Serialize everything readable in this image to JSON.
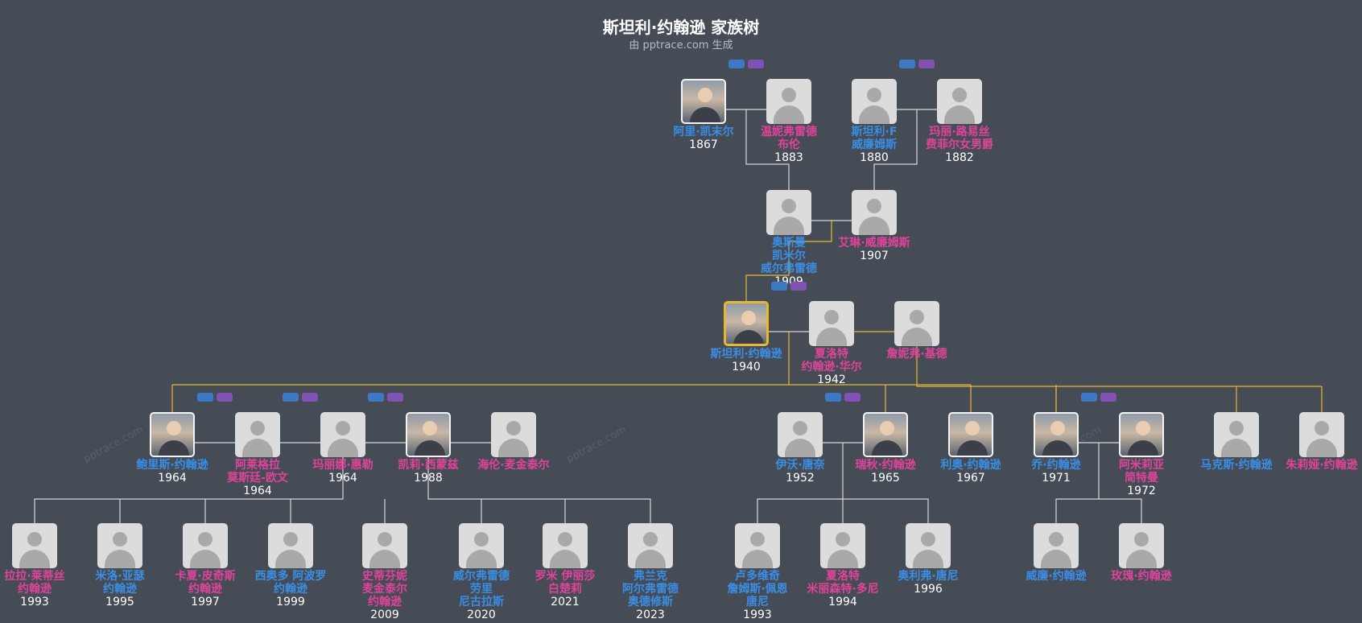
{
  "header": {
    "title": "斯坦利·约翰逊 家族树",
    "subtitle": "由 pptrace.com 生成"
  },
  "watermark": "pptrace.com",
  "colors": {
    "background": "#464c55",
    "male": "#3a8ee6",
    "female": "#e0439a",
    "focus_line": "#e6b830",
    "line": "#d7d7d7",
    "chip_blue": "#3d79c4",
    "chip_purple": "#8052b4"
  },
  "people": [
    {
      "id": "p_ali",
      "names": [
        "阿里·凯末尔"
      ],
      "year": "1867",
      "gender": "male",
      "photo": "portrait-photo"
    },
    {
      "id": "p_winifred",
      "names": [
        "温妮弗雷德",
        "布伦"
      ],
      "year": "1883",
      "gender": "female",
      "photo": "placeholder"
    },
    {
      "id": "p_stanleyF",
      "names": [
        "斯坦利·F",
        "威廉姆斯"
      ],
      "year": "1880",
      "gender": "male",
      "photo": "placeholder"
    },
    {
      "id": "p_marie",
      "names": [
        "玛丽·路易丝",
        "费菲尔女男爵"
      ],
      "year": "1882",
      "gender": "female",
      "photo": "placeholder"
    },
    {
      "id": "p_osman",
      "names": [
        "奥斯曼",
        "凯米尔",
        "威尔弗雷德"
      ],
      "year": "1909",
      "gender": "male",
      "photo": "placeholder"
    },
    {
      "id": "p_irene",
      "names": [
        "艾琳·威廉姆斯"
      ],
      "year": "1907",
      "gender": "female",
      "photo": "placeholder"
    },
    {
      "id": "p_stanley",
      "names": [
        "斯坦利·约翰逊"
      ],
      "year": "1940",
      "gender": "male",
      "photo": "portrait-photo",
      "selected": true
    },
    {
      "id": "p_charlotte",
      "names": [
        "夏洛特",
        "约翰逊·华尔"
      ],
      "year": "1942",
      "gender": "female",
      "photo": "placeholder"
    },
    {
      "id": "p_jennifer",
      "names": [
        "詹妮弗·基德"
      ],
      "year": "",
      "gender": "female",
      "photo": "placeholder"
    },
    {
      "id": "p_boris",
      "names": [
        "鲍里斯·约翰逊"
      ],
      "year": "1964",
      "gender": "male",
      "photo": "portrait-photo"
    },
    {
      "id": "p_allegra",
      "names": [
        "阿莱格拉",
        "莫斯廷-欧文"
      ],
      "year": "1964",
      "gender": "female",
      "photo": "placeholder"
    },
    {
      "id": "p_marina",
      "names": [
        "玛丽娜·惠勒"
      ],
      "year": "1964",
      "gender": "female",
      "photo": "placeholder"
    },
    {
      "id": "p_carrie",
      "names": [
        "凯莉·西蒙兹"
      ],
      "year": "1988",
      "gender": "female",
      "photo": "portrait-photo"
    },
    {
      "id": "p_helen",
      "names": [
        "海伦·麦金泰尔"
      ],
      "year": "",
      "gender": "female",
      "photo": "placeholder"
    },
    {
      "id": "p_ivo",
      "names": [
        "伊沃·唐奈"
      ],
      "year": "1952",
      "gender": "male",
      "photo": "placeholder"
    },
    {
      "id": "p_rachel",
      "names": [
        "瑞秋·约翰逊"
      ],
      "year": "1965",
      "gender": "female",
      "photo": "portrait-photo"
    },
    {
      "id": "p_leo",
      "names": [
        "利奥·约翰逊"
      ],
      "year": "1967",
      "gender": "male",
      "photo": "portrait-photo"
    },
    {
      "id": "p_jo",
      "names": [
        "乔·约翰逊"
      ],
      "year": "1971",
      "gender": "male",
      "photo": "portrait-photo"
    },
    {
      "id": "p_amelia",
      "names": [
        "阿米莉亚",
        "简特曼"
      ],
      "year": "1972",
      "gender": "female",
      "photo": "portrait-photo"
    },
    {
      "id": "p_max",
      "names": [
        "马克斯·约翰逊"
      ],
      "year": "",
      "gender": "male",
      "photo": "placeholder"
    },
    {
      "id": "p_julia",
      "names": [
        "朱莉娅·约翰逊"
      ],
      "year": "",
      "gender": "female",
      "photo": "placeholder"
    },
    {
      "id": "p_lara",
      "names": [
        "拉拉·莱蒂丝",
        "约翰逊"
      ],
      "year": "1993",
      "gender": "female",
      "photo": "placeholder"
    },
    {
      "id": "p_milo",
      "names": [
        "米洛·亚瑟",
        "约翰逊"
      ],
      "year": "1995",
      "gender": "male",
      "photo": "placeholder"
    },
    {
      "id": "p_cassia",
      "names": [
        "卡夏·皮奇斯",
        "约翰逊"
      ],
      "year": "1997",
      "gender": "female",
      "photo": "placeholder"
    },
    {
      "id": "p_theo",
      "names": [
        "西奥多 阿波罗",
        "约翰逊"
      ],
      "year": "1999",
      "gender": "male",
      "photo": "placeholder"
    },
    {
      "id": "p_stephanie",
      "names": [
        "史蒂芬妮",
        "麦金泰尔",
        "约翰逊"
      ],
      "year": "2009",
      "gender": "female",
      "photo": "placeholder"
    },
    {
      "id": "p_wilfred",
      "names": [
        "威尔弗雷德",
        "劳里",
        "尼古拉斯"
      ],
      "year": "2020",
      "gender": "male",
      "photo": "placeholder"
    },
    {
      "id": "p_romy",
      "names": [
        "罗米 伊丽莎",
        "白楚莉"
      ],
      "year": "2021",
      "gender": "female",
      "photo": "placeholder"
    },
    {
      "id": "p_frank",
      "names": [
        "弗兰克",
        "阿尔弗雷德",
        "奥德修斯"
      ],
      "year": "2023",
      "gender": "male",
      "photo": "placeholder"
    },
    {
      "id": "p_ludovic",
      "names": [
        "卢多维奇",
        "詹姆斯·佩恩",
        "唐尼"
      ],
      "year": "1993",
      "gender": "male",
      "photo": "placeholder"
    },
    {
      "id": "p_charlotteM",
      "names": [
        "夏洛特",
        "米丽森特·多尼"
      ],
      "year": "1994",
      "gender": "female",
      "photo": "placeholder"
    },
    {
      "id": "p_oliver",
      "names": [
        "奥利弗·唐尼"
      ],
      "year": "1996",
      "gender": "male",
      "photo": "placeholder"
    },
    {
      "id": "p_william",
      "names": [
        "威廉·约翰逊"
      ],
      "year": "",
      "gender": "male",
      "photo": "placeholder"
    },
    {
      "id": "p_rose",
      "names": [
        "玫瑰·约翰逊"
      ],
      "year": "",
      "gender": "female",
      "photo": "placeholder"
    }
  ],
  "couples": [
    {
      "a": "p_ali",
      "b": "p_winifred",
      "chips": true
    },
    {
      "a": "p_stanleyF",
      "b": "p_marie",
      "chips": true
    },
    {
      "a": "p_osman",
      "b": "p_irene",
      "chips": false
    },
    {
      "a": "p_stanley",
      "b": "p_charlotte",
      "chips": true
    },
    {
      "a": "p_charlotte",
      "b": "p_jennifer",
      "chips": false
    },
    {
      "a": "p_boris",
      "b": "p_allegra",
      "chips": true
    },
    {
      "a": "p_allegra",
      "b": "p_marina",
      "chips": true
    },
    {
      "a": "p_marina",
      "b": "p_carrie",
      "chips": true
    },
    {
      "a": "p_carrie",
      "b": "p_helen",
      "chips": false
    },
    {
      "a": "p_ivo",
      "b": "p_rachel",
      "chips": true
    },
    {
      "a": "p_jo",
      "b": "p_amelia",
      "chips": true
    }
  ]
}
